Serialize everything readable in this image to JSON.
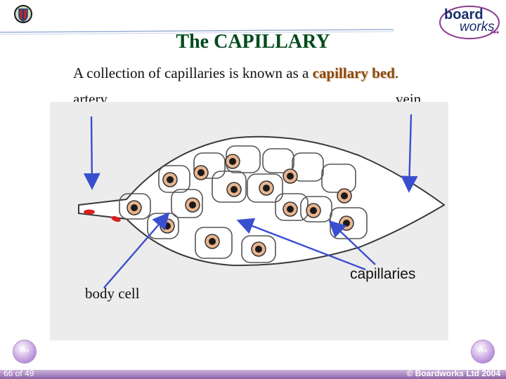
{
  "slide": {
    "title": "The CAPILLARY",
    "subtitle_text": "A collection of capillaries is known as a ",
    "subtitle_highlight": "capillary bed",
    "subtitle_end": "."
  },
  "labels": {
    "artery": "artery",
    "vein": "vein",
    "capillaries": "capillaries",
    "body_cell": "body cell"
  },
  "footer": {
    "slide_number": "66 of 49",
    "copyright": "© Boardworks Ltd 2004"
  },
  "logo": {
    "board": "board",
    "works": "works"
  },
  "colors": {
    "title": "#004a1c",
    "arrow": "#3a4fd0",
    "footer_bar": "#8b63a6",
    "highlight": "#8a4a12"
  }
}
